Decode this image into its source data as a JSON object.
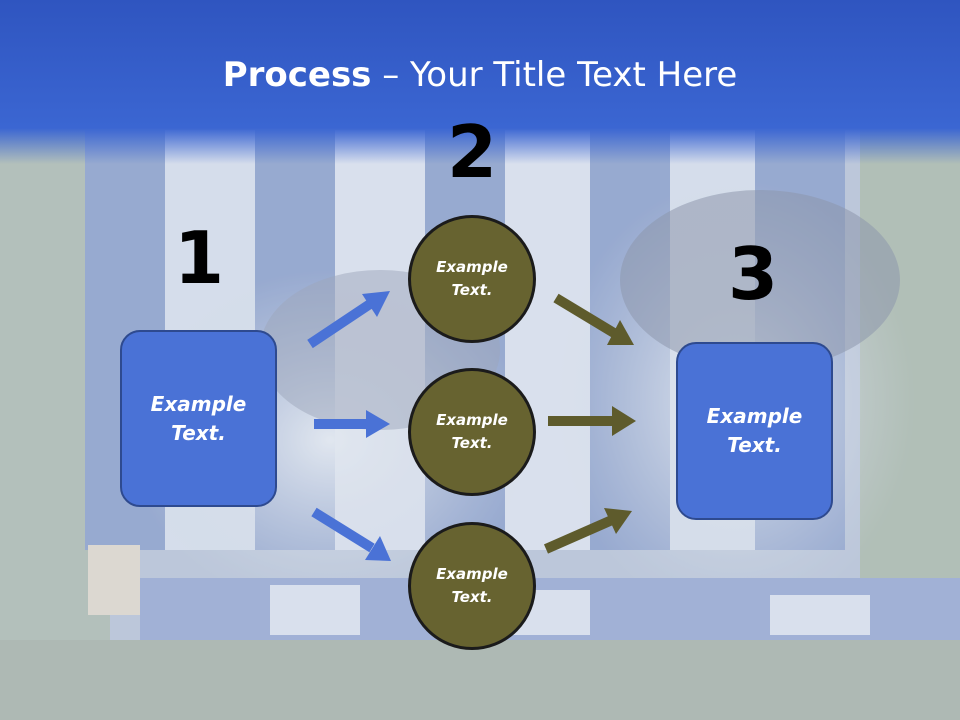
{
  "title": {
    "strong": "Process",
    "rest": " – Your Title Text Here"
  },
  "steps": [
    {
      "number": "1",
      "label": "Example Text."
    },
    {
      "number": "2"
    },
    {
      "number": "3",
      "label": "Example Text."
    }
  ],
  "circles": [
    {
      "label": "Example Text."
    },
    {
      "label": "Example Text."
    },
    {
      "label": "Example Text."
    }
  ],
  "colors": {
    "header": "#3a63cf",
    "box_fill": "#4a72d6",
    "circle_fill": "#676330",
    "arrow_blue": "#4a72d6",
    "arrow_olive": "#5e5b2c"
  }
}
